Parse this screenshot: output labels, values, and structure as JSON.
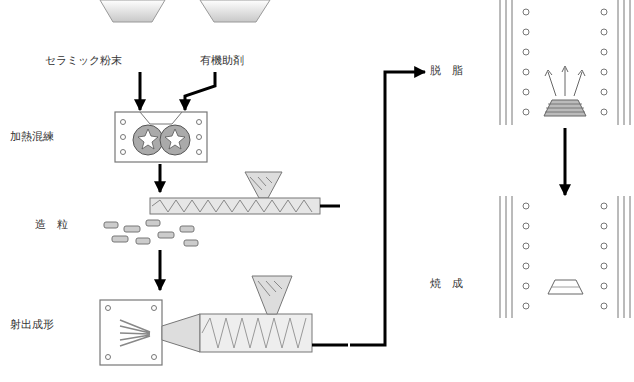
{
  "diagram": {
    "nodes": [
      {
        "text": [
          "セラミック粉末"
        ]
      },
      {
        "text": [
          "有機助剤"
        ]
      },
      {
        "text": [
          "加熱混練"
        ]
      },
      {
        "text": [
          "造粒"
        ]
      },
      {
        "text": [
          "射出成形"
        ]
      },
      {
        "text": [
          "脱脂"
        ]
      },
      {
        "text": [
          "焼成"
        ]
      }
    ],
    "edges": [
      {
        "from": 0,
        "to": 2,
        "arrow": "to"
      },
      {
        "from": 1,
        "to": 2,
        "arrow": "to"
      },
      {
        "from": 2,
        "to": 3,
        "arrow": "to"
      },
      {
        "from": 3,
        "to": 4,
        "arrow": "to"
      },
      {
        "from": 4,
        "to": 5,
        "arrow": "to"
      },
      {
        "from": 5,
        "to": 6,
        "arrow": "to"
      }
    ]
  }
}
